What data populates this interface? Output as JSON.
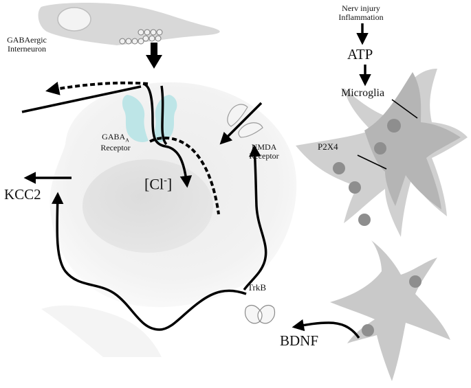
{
  "labels": {
    "gaba_neuron_line1": "GABAergic",
    "gaba_neuron_line2": "Interneuron",
    "nerv_injury": "Nerv injury",
    "inflammation": "Inflammation",
    "atp": "ATP",
    "microglia": "Microglia",
    "p2x4": "P2X4",
    "gabaa_main": "GABA",
    "gabaa_sub": "A",
    "gabaa_line2": "Receptor",
    "nmda_line1": "NMDA",
    "nmda_line2": "Receptor",
    "cl_open": "[Cl",
    "cl_sup": "-",
    "cl_close": "]",
    "kcc2": "KCC2",
    "trkb": "TrkB",
    "bdnf": "BDNF"
  },
  "colors": {
    "line": "#000000",
    "cell_body": "#e9e9e9",
    "nucleus": "#d4d4d4",
    "microglia_light": "#d2d2d2",
    "microglia_mid": "#b9b9b9",
    "microglia_dot": "#8f8f8f",
    "receptor_gaba": "#b9e4e6",
    "receptor_outline": "#9a9a9a"
  }
}
